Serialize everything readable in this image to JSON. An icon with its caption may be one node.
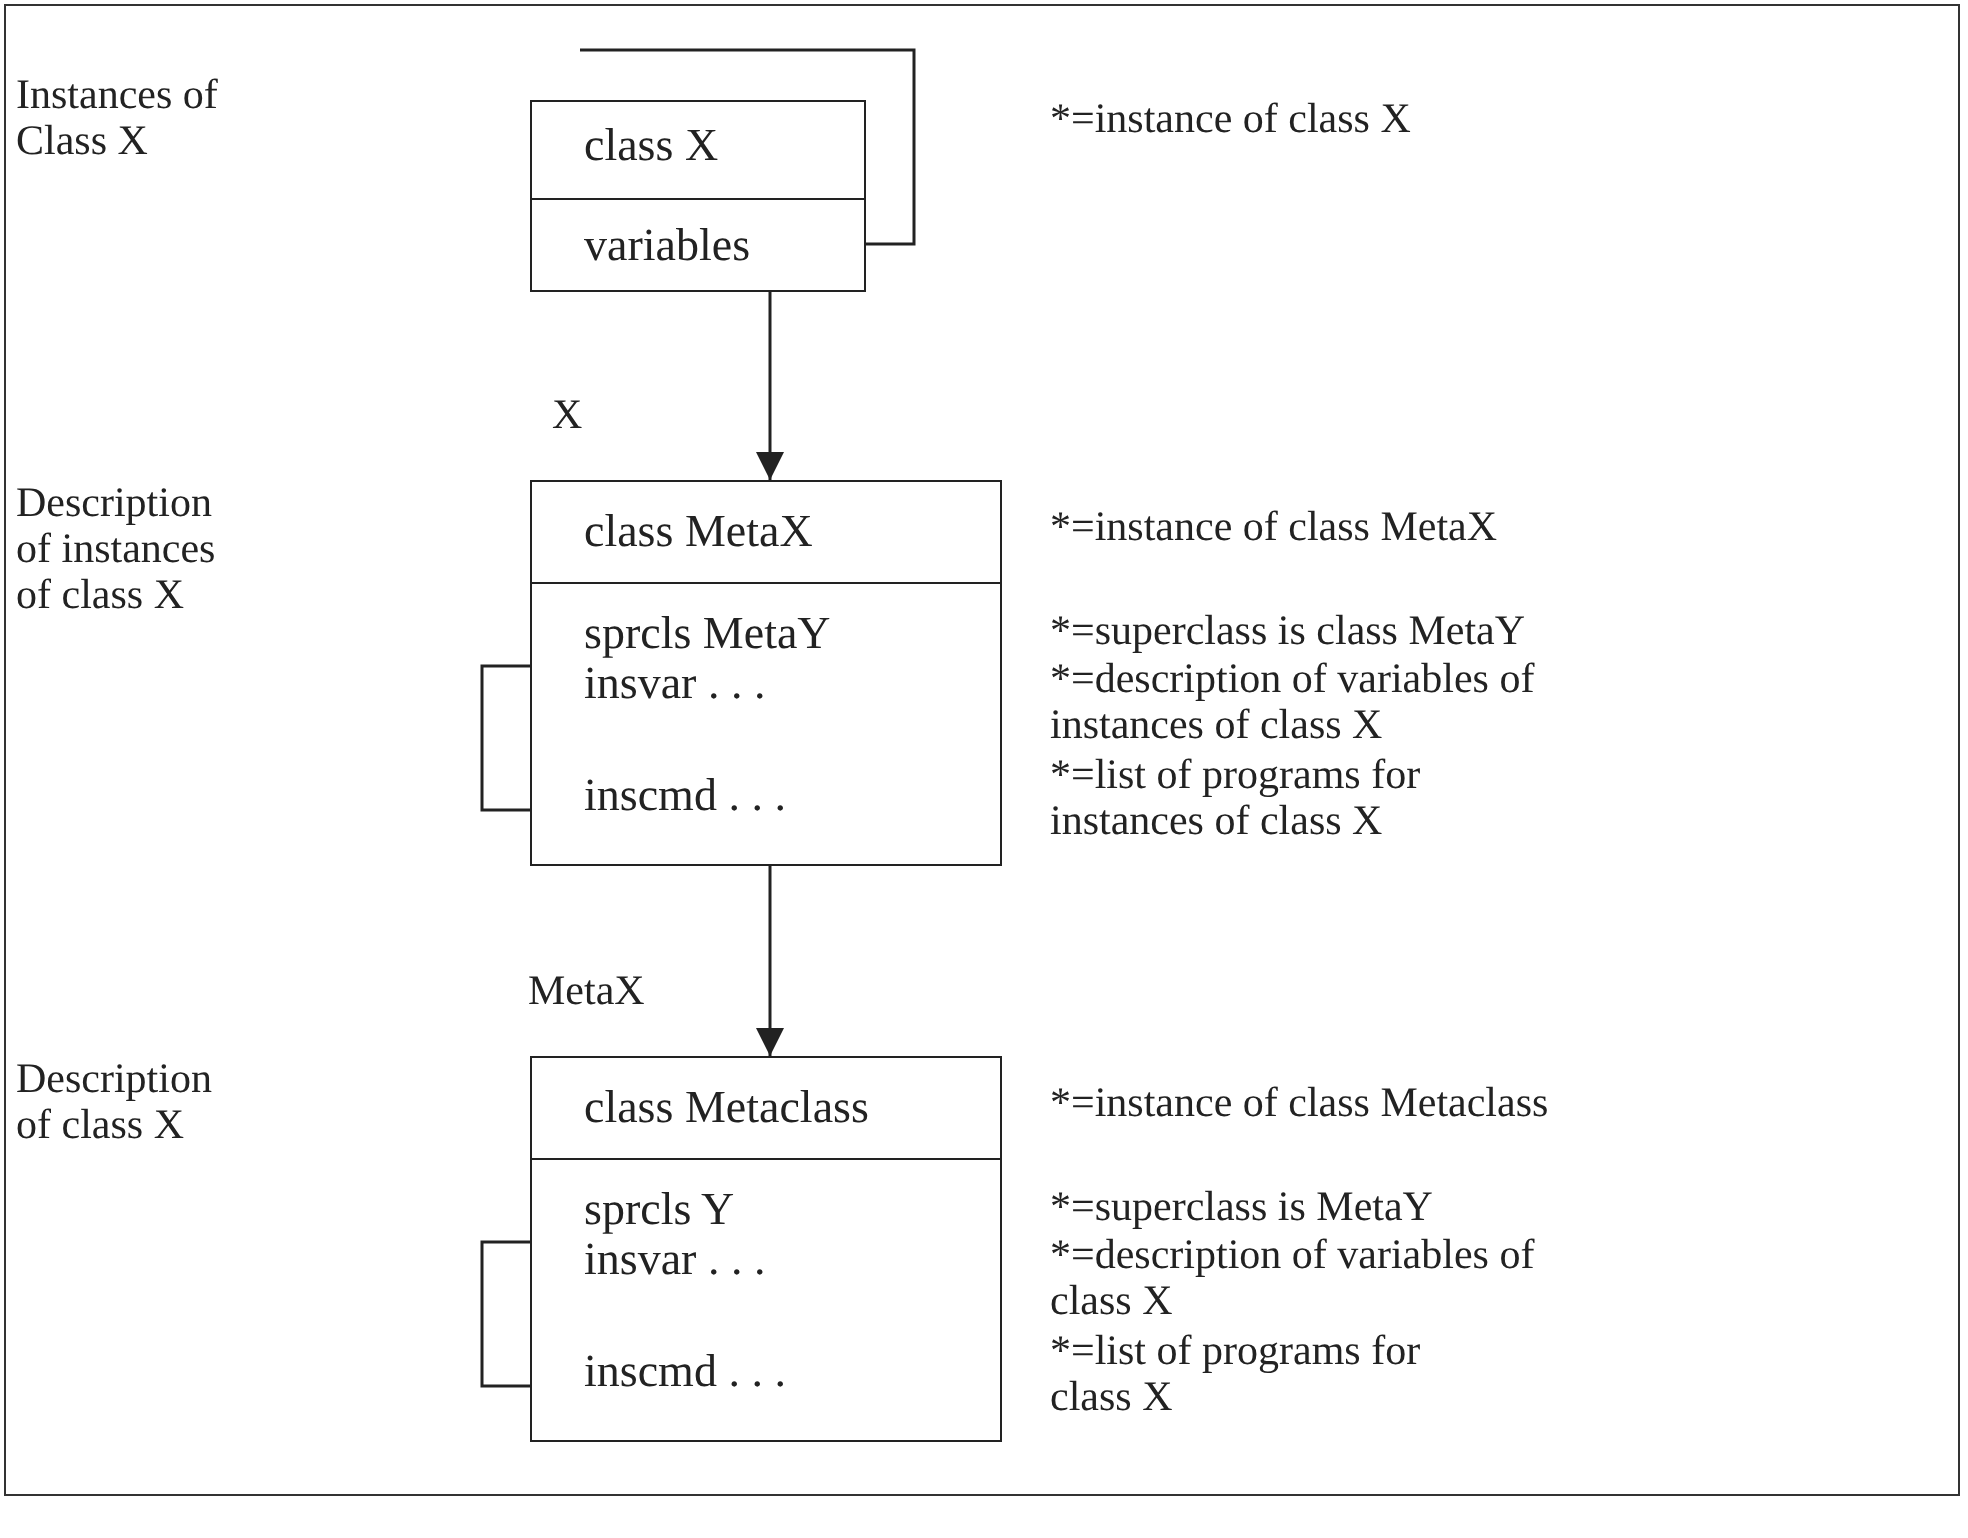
{
  "diagram": {
    "nodes": [
      {
        "text": [
          "class X",
          "variables"
        ]
      },
      {
        "text": [
          "class MetaX",
          "sprcls MetaY",
          "insvar . . .",
          "inscmd . . ."
        ]
      },
      {
        "text": [
          "class Metaclass",
          "sprcls Y",
          "insvar . . .",
          "inscmd . . ."
        ]
      }
    ],
    "edges": [
      {
        "from": 0,
        "to": null,
        "arrow": "none"
      },
      {
        "from": 0,
        "to": 1,
        "arrow": "to",
        "label": "X"
      },
      {
        "from": 1,
        "to": 2,
        "arrow": "to",
        "label": "MetaX"
      },
      {
        "from": 1,
        "to": 1,
        "arrow": "none"
      },
      {
        "from": 2,
        "to": 2,
        "arrow": "none"
      }
    ],
    "labels": [
      "Instances of Class X",
      "*=instance of class X",
      "Description of instances of class X",
      "*=instance of class MetaX",
      "*=superclass is class MetaY",
      "*=description of variables of instances of class X",
      "*=list of programs for instances of class X",
      "Description of class X",
      "*=instance of class Metaclass",
      "*=superclass is MetaY",
      "*=description of variables of class X",
      "*=list of programs for class X"
    ]
  }
}
